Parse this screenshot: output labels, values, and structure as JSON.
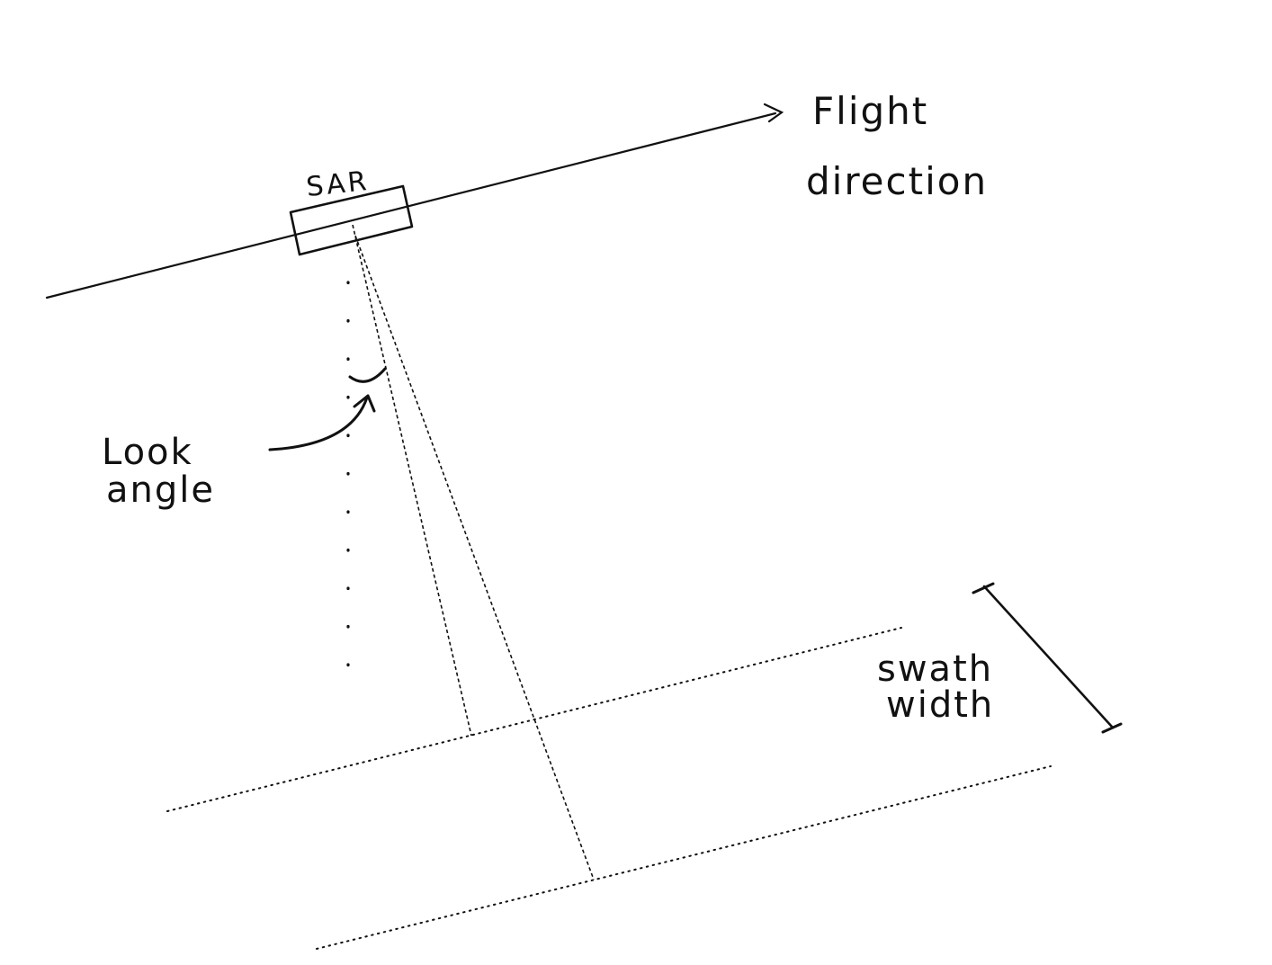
{
  "labels": {
    "sar": "SAR",
    "flight_line1": "Flight",
    "flight_line2": "direction",
    "look_line1": "Look",
    "look_line2": "angle",
    "swath_line1": "swath",
    "swath_line2": "width"
  }
}
